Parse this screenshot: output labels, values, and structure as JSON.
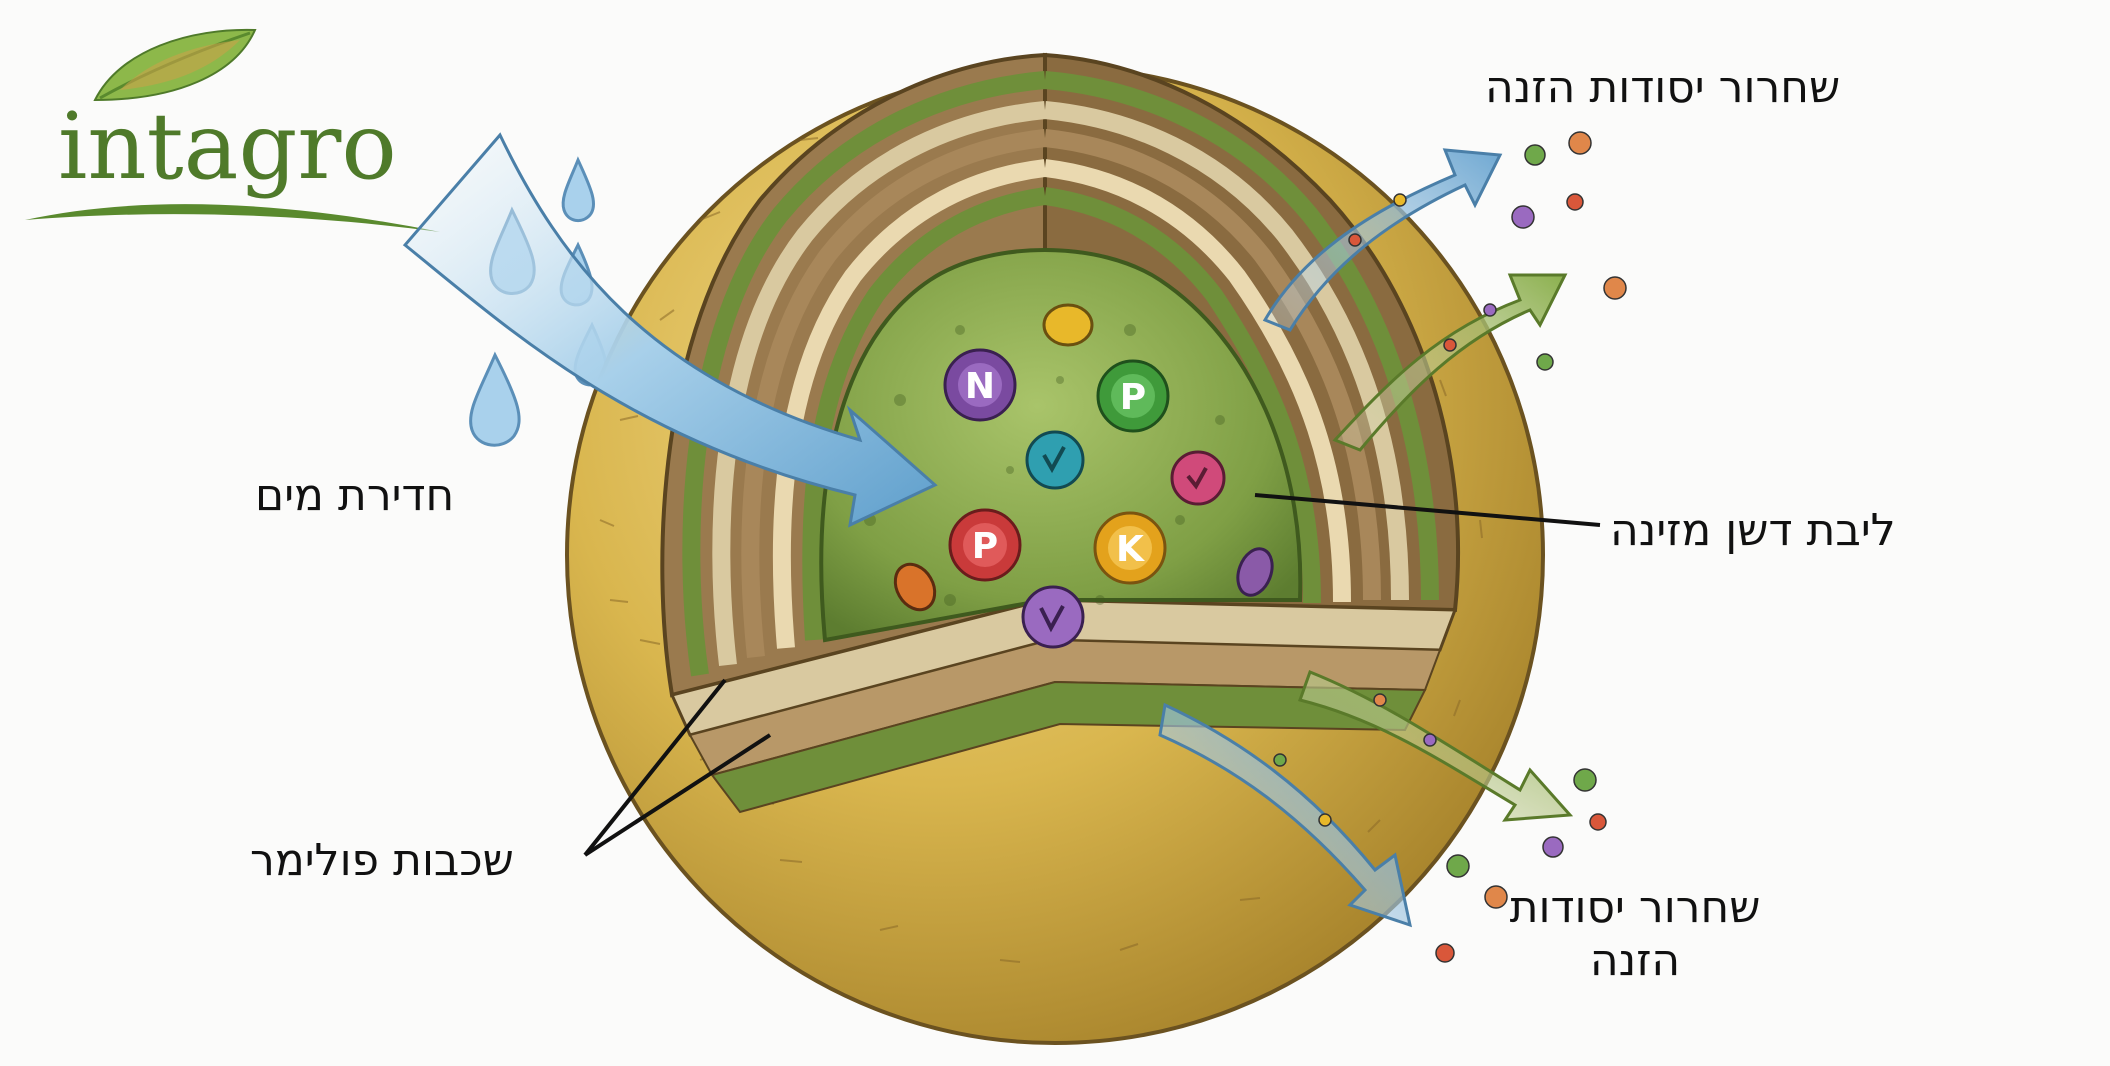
{
  "logo": {
    "text": "intagro"
  },
  "labels": {
    "water_penetration": "חדירת מים",
    "nutrient_core": "ליבת דשן מזינה",
    "polymer_layers": "שכבות פולימר",
    "nutrient_release_top": "שחרור יסודות הזנה",
    "nutrient_release_bottom": "שחרור יסודות הזנה"
  },
  "nutrients": [
    "N",
    "P",
    "P",
    "K"
  ],
  "colors": {
    "shell_gold": "#d9b64e",
    "core_green": "#7f9f45",
    "polymer_green": "#6f8f3a",
    "polymer_brown": "#9a7a4e",
    "water_blue": "#7fb6d8",
    "release_green": "#9bbd5b",
    "N": "#7a4aa0",
    "P_green": "#3f9a3a",
    "P_red": "#c93a3a",
    "K": "#e3a21c"
  }
}
